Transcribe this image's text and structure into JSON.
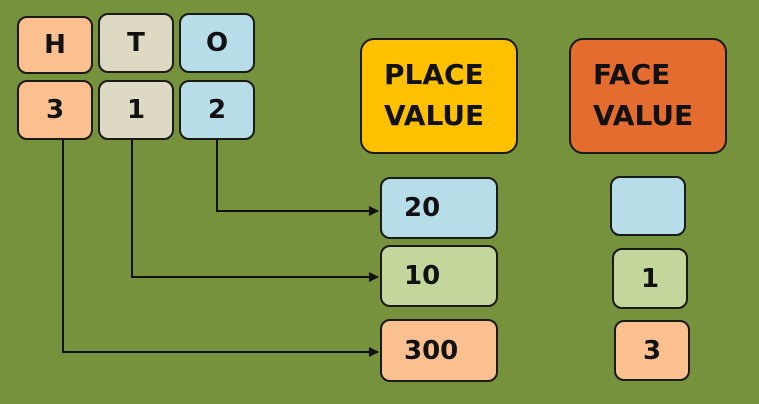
{
  "headers": {
    "hundreds": "H",
    "tens": "T",
    "ones": "O"
  },
  "digits": {
    "hundreds": "3",
    "tens": "1",
    "ones": "2"
  },
  "place_value": {
    "title": "PLACE VALUE",
    "ones": "20",
    "tens": "10",
    "hundreds": "300"
  },
  "face_value": {
    "title": "FACE VALUE",
    "ones": "",
    "tens": "1",
    "hundreds": "3"
  },
  "colors": {
    "background": "#76923c",
    "hundreds": "#fac090",
    "tens_header": "#ddd9c3",
    "ones": "#b7dde8",
    "tens_value": "#c3d69b",
    "place_value_title": "#ffc000",
    "face_value_title": "#e46c2f"
  }
}
